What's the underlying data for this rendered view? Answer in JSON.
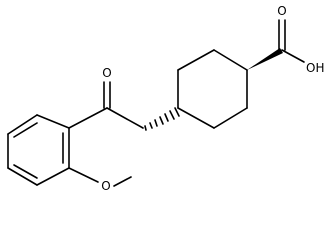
{
  "molecule": {
    "atom_labels": {
      "carbonyl_o": "O",
      "acid_o": "O",
      "acid_oh": "OH",
      "methoxy_o": "O"
    }
  }
}
